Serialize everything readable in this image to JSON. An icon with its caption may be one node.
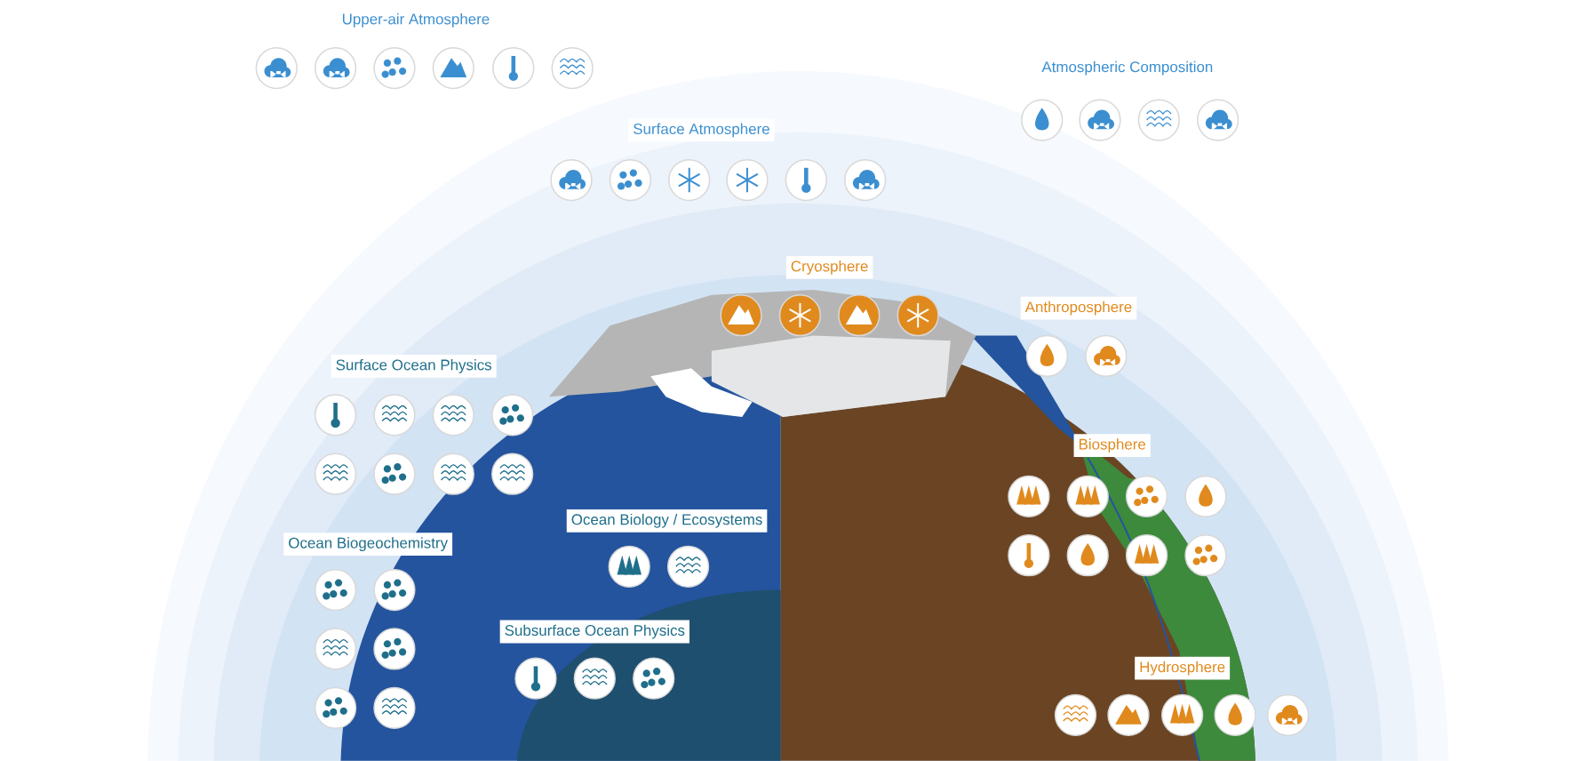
{
  "diagram": {
    "nodes": [
      {
        "text": [
          "Surface Atmosphere"
        ]
      },
      {
        "text": [
          "Cryosphere"
        ]
      },
      {
        "text": [
          "Anthroposphere"
        ]
      },
      {
        "text": [
          "Surface Ocean Physics"
        ]
      },
      {
        "text": [
          "Biosphere"
        ]
      },
      {
        "text": [
          "Ocean Biology / Ecosystems"
        ]
      },
      {
        "text": [
          "Ocean Biogeochemistry"
        ]
      },
      {
        "text": [
          "Subsurface Ocean Physics"
        ]
      },
      {
        "text": [
          "Hydrosphere"
        ]
      }
    ],
    "labels": [
      "Upper-air Atmosphere",
      "Atmospheric Composition"
    ]
  }
}
